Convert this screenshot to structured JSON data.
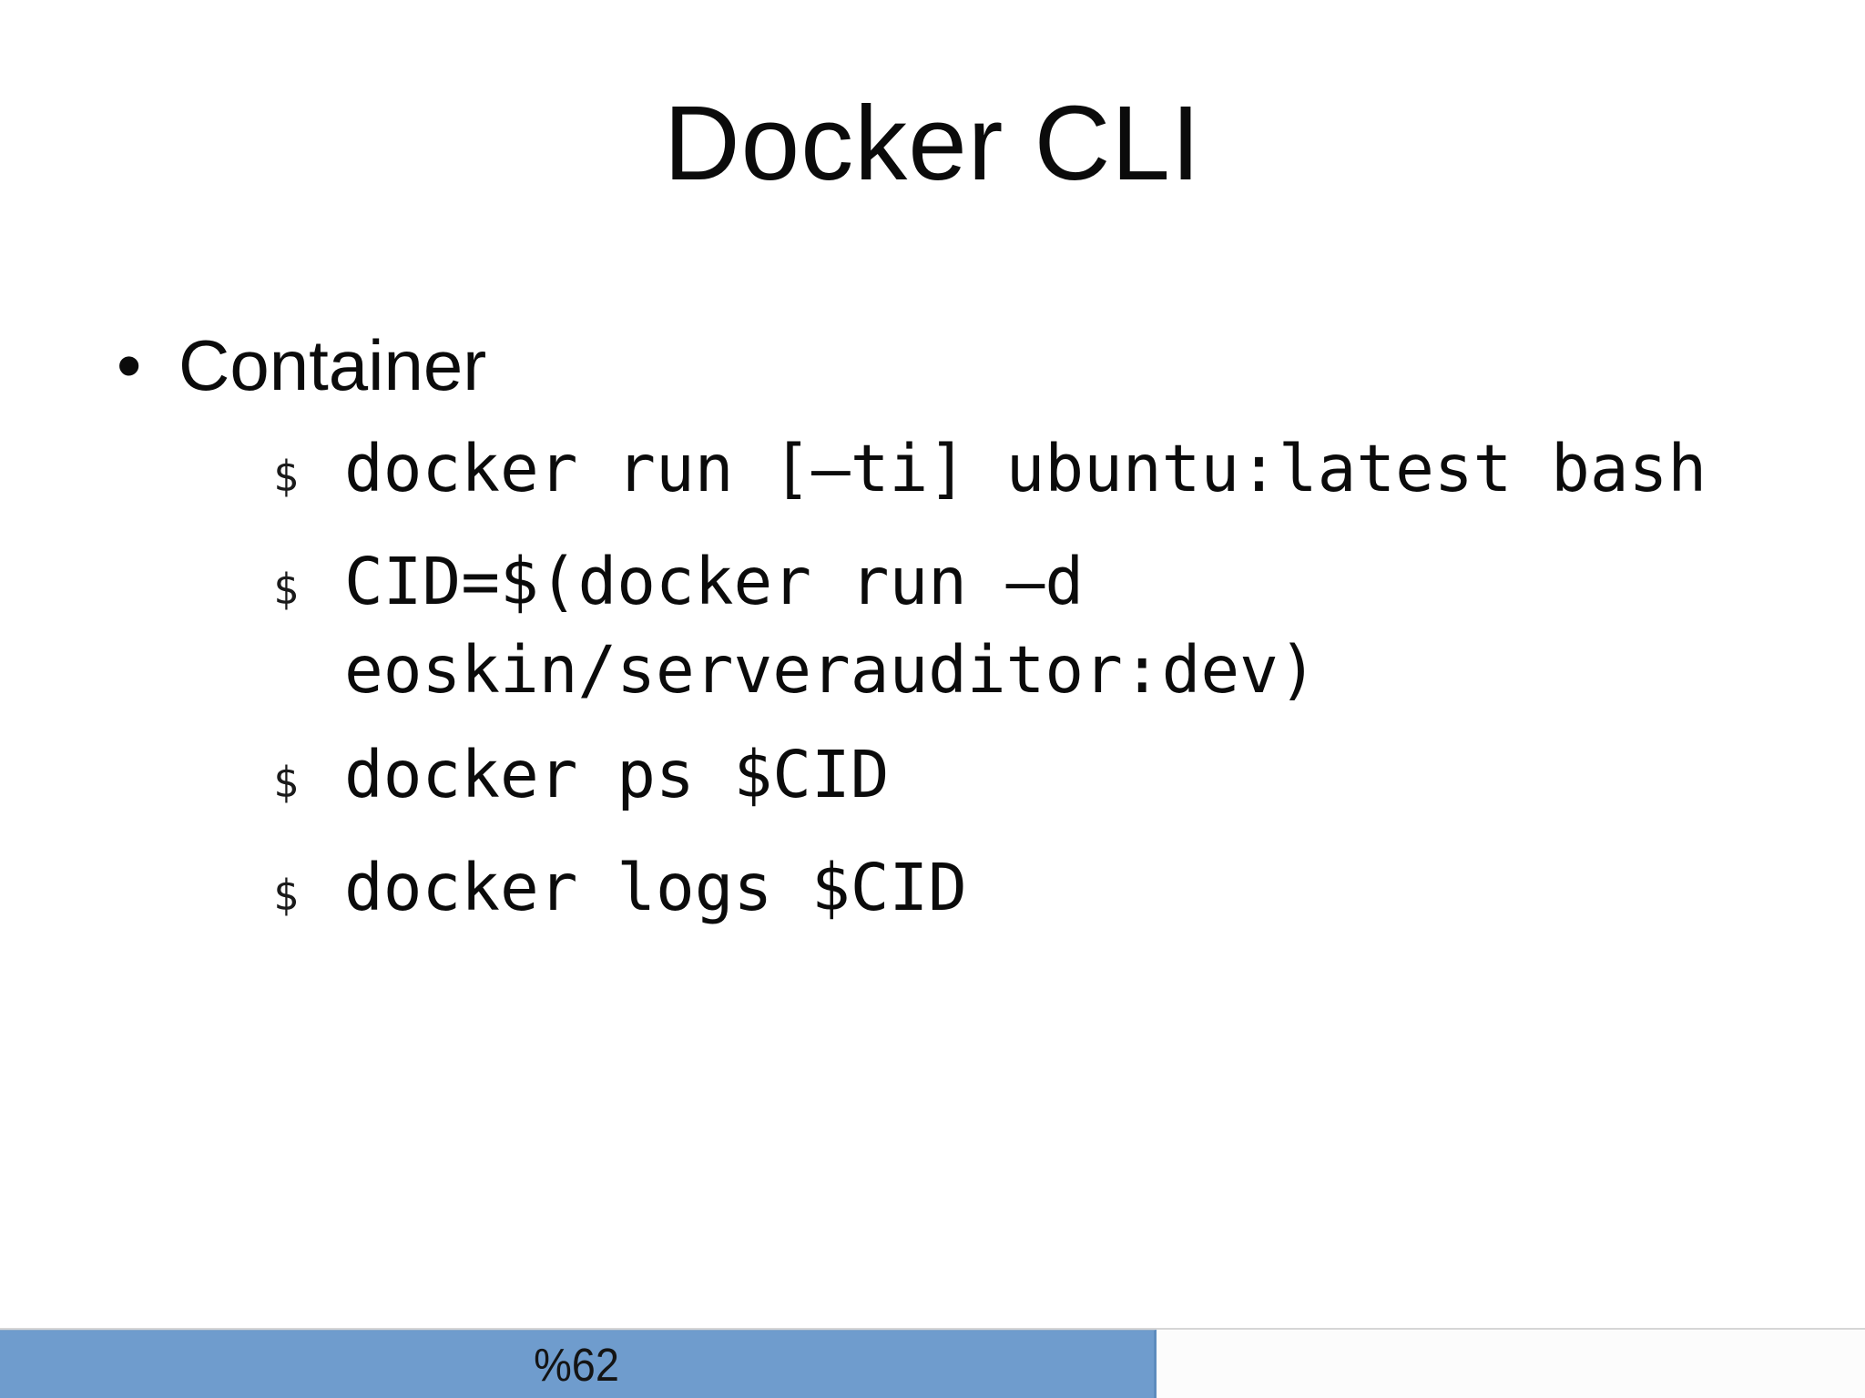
{
  "slide": {
    "title": "Docker CLI",
    "bullet": {
      "marker": "•",
      "label": "Container"
    },
    "code_lines": [
      {
        "prompt": "$",
        "command": "docker run [–ti] ubuntu:latest bash"
      },
      {
        "prompt": "$",
        "command": "CID=$(docker run –d eoskin/serverauditor:dev)"
      },
      {
        "prompt": "$",
        "command": "docker ps $CID"
      },
      {
        "prompt": "$",
        "command": "docker logs $CID"
      }
    ],
    "progress": {
      "label": "%62",
      "percent": 62,
      "fill_color": "#6f9ccd",
      "track_color": "#fcfcfc"
    }
  }
}
